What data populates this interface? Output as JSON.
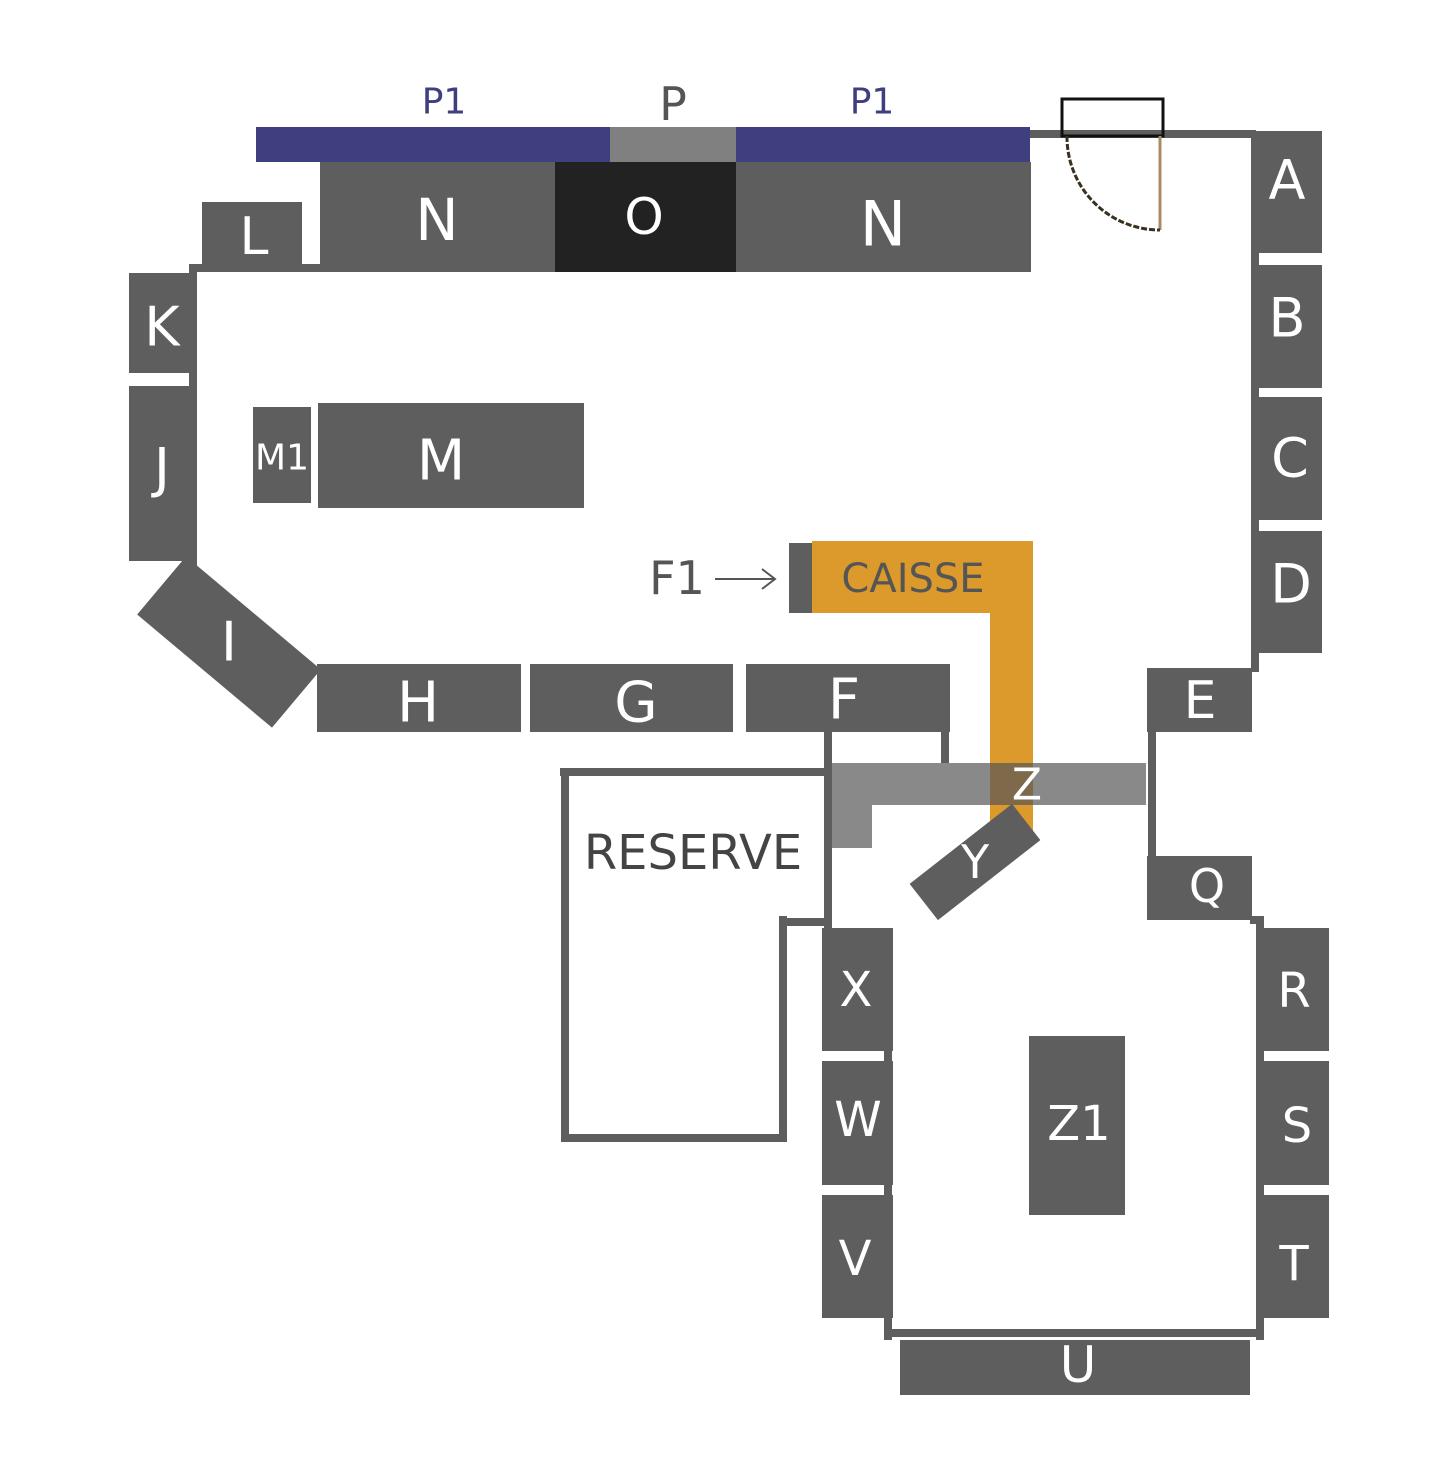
{
  "title": "Store floor plan",
  "colors": {
    "shelf": "#5e5e5e",
    "dark": "#222222",
    "p1": "#3f3e7e",
    "p": "#808080",
    "caisse": "#db9a2b",
    "z": "#898989"
  },
  "labels": {
    "p1_left": "P1",
    "p": "P",
    "p1_right": "P1",
    "n_left": "N",
    "o": "O",
    "n_right": "N",
    "l": "L",
    "k": "K",
    "j": "J",
    "i": "I",
    "m1": "M1",
    "m": "M",
    "h": "H",
    "g": "G",
    "f": "F",
    "f1": "F1",
    "caisse": "CAISSE",
    "a": "A",
    "b": "B",
    "c": "C",
    "d": "D",
    "e": "E",
    "z": "Z",
    "y": "Y",
    "q": "Q",
    "reserve": "RESERVE",
    "x": "X",
    "w": "W",
    "v": "V",
    "r": "R",
    "s": "S",
    "t": "T",
    "u": "U",
    "z1": "Z1"
  }
}
